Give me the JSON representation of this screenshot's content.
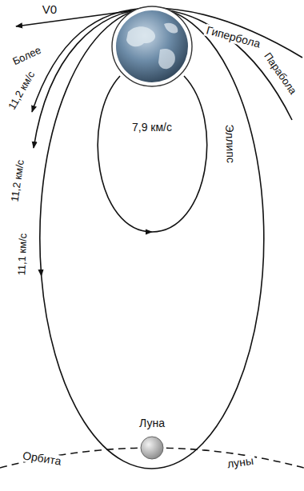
{
  "diagram": {
    "labels": [
      "V0",
      "Гипербола",
      "Более",
      "11,2 км/с",
      "Парабола",
      "11,2 км/с",
      "Эллипс",
      "7,9 км/с",
      "11,1 км/с",
      "Луна",
      "Орбита",
      "луны"
    ]
  }
}
